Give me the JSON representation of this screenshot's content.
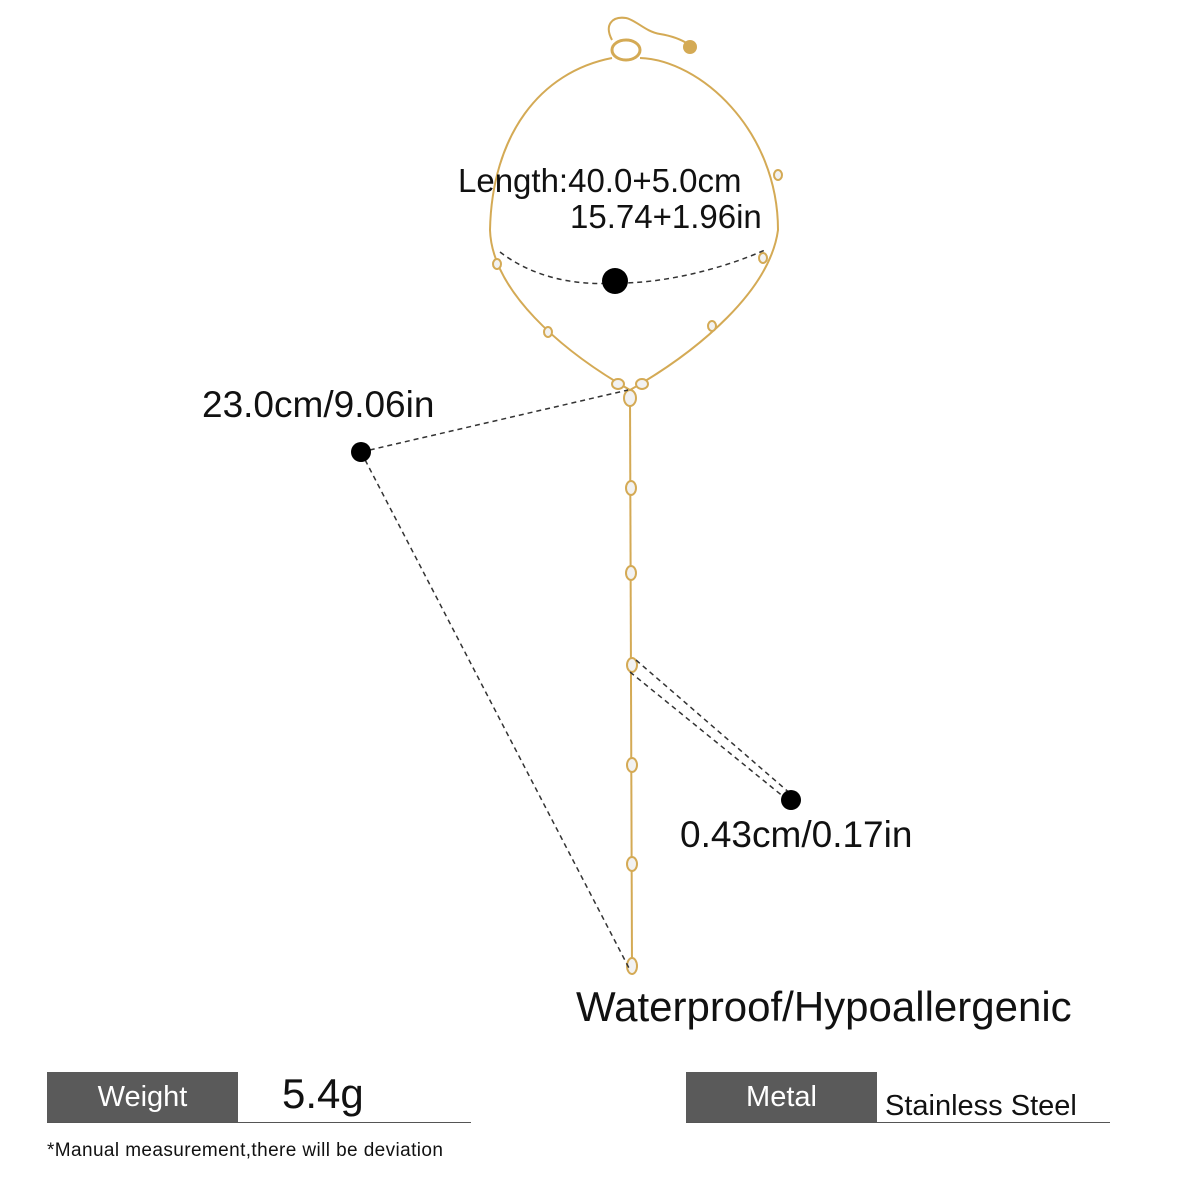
{
  "measurements": {
    "length_cm": "Length:40.0+5.0cm",
    "length_in": "15.74+1.96in",
    "drop_length": "23.0cm/9.06in",
    "stone_size": "0.43cm/0.17in"
  },
  "feature": "Waterproof/Hypoallergenic",
  "specs": {
    "weight_label": "Weight",
    "weight_value": "5.4g",
    "metal_label": "Metal",
    "metal_value": "Stainless Steel"
  },
  "note": "*Manual measurement,there will be deviation",
  "colors": {
    "chain": "#d4aa55",
    "stone": "#f2f2f2",
    "spec_box": "#5a5a5a",
    "marker": "#000000"
  },
  "icons": {
    "measure_marker": "filled-circle"
  }
}
